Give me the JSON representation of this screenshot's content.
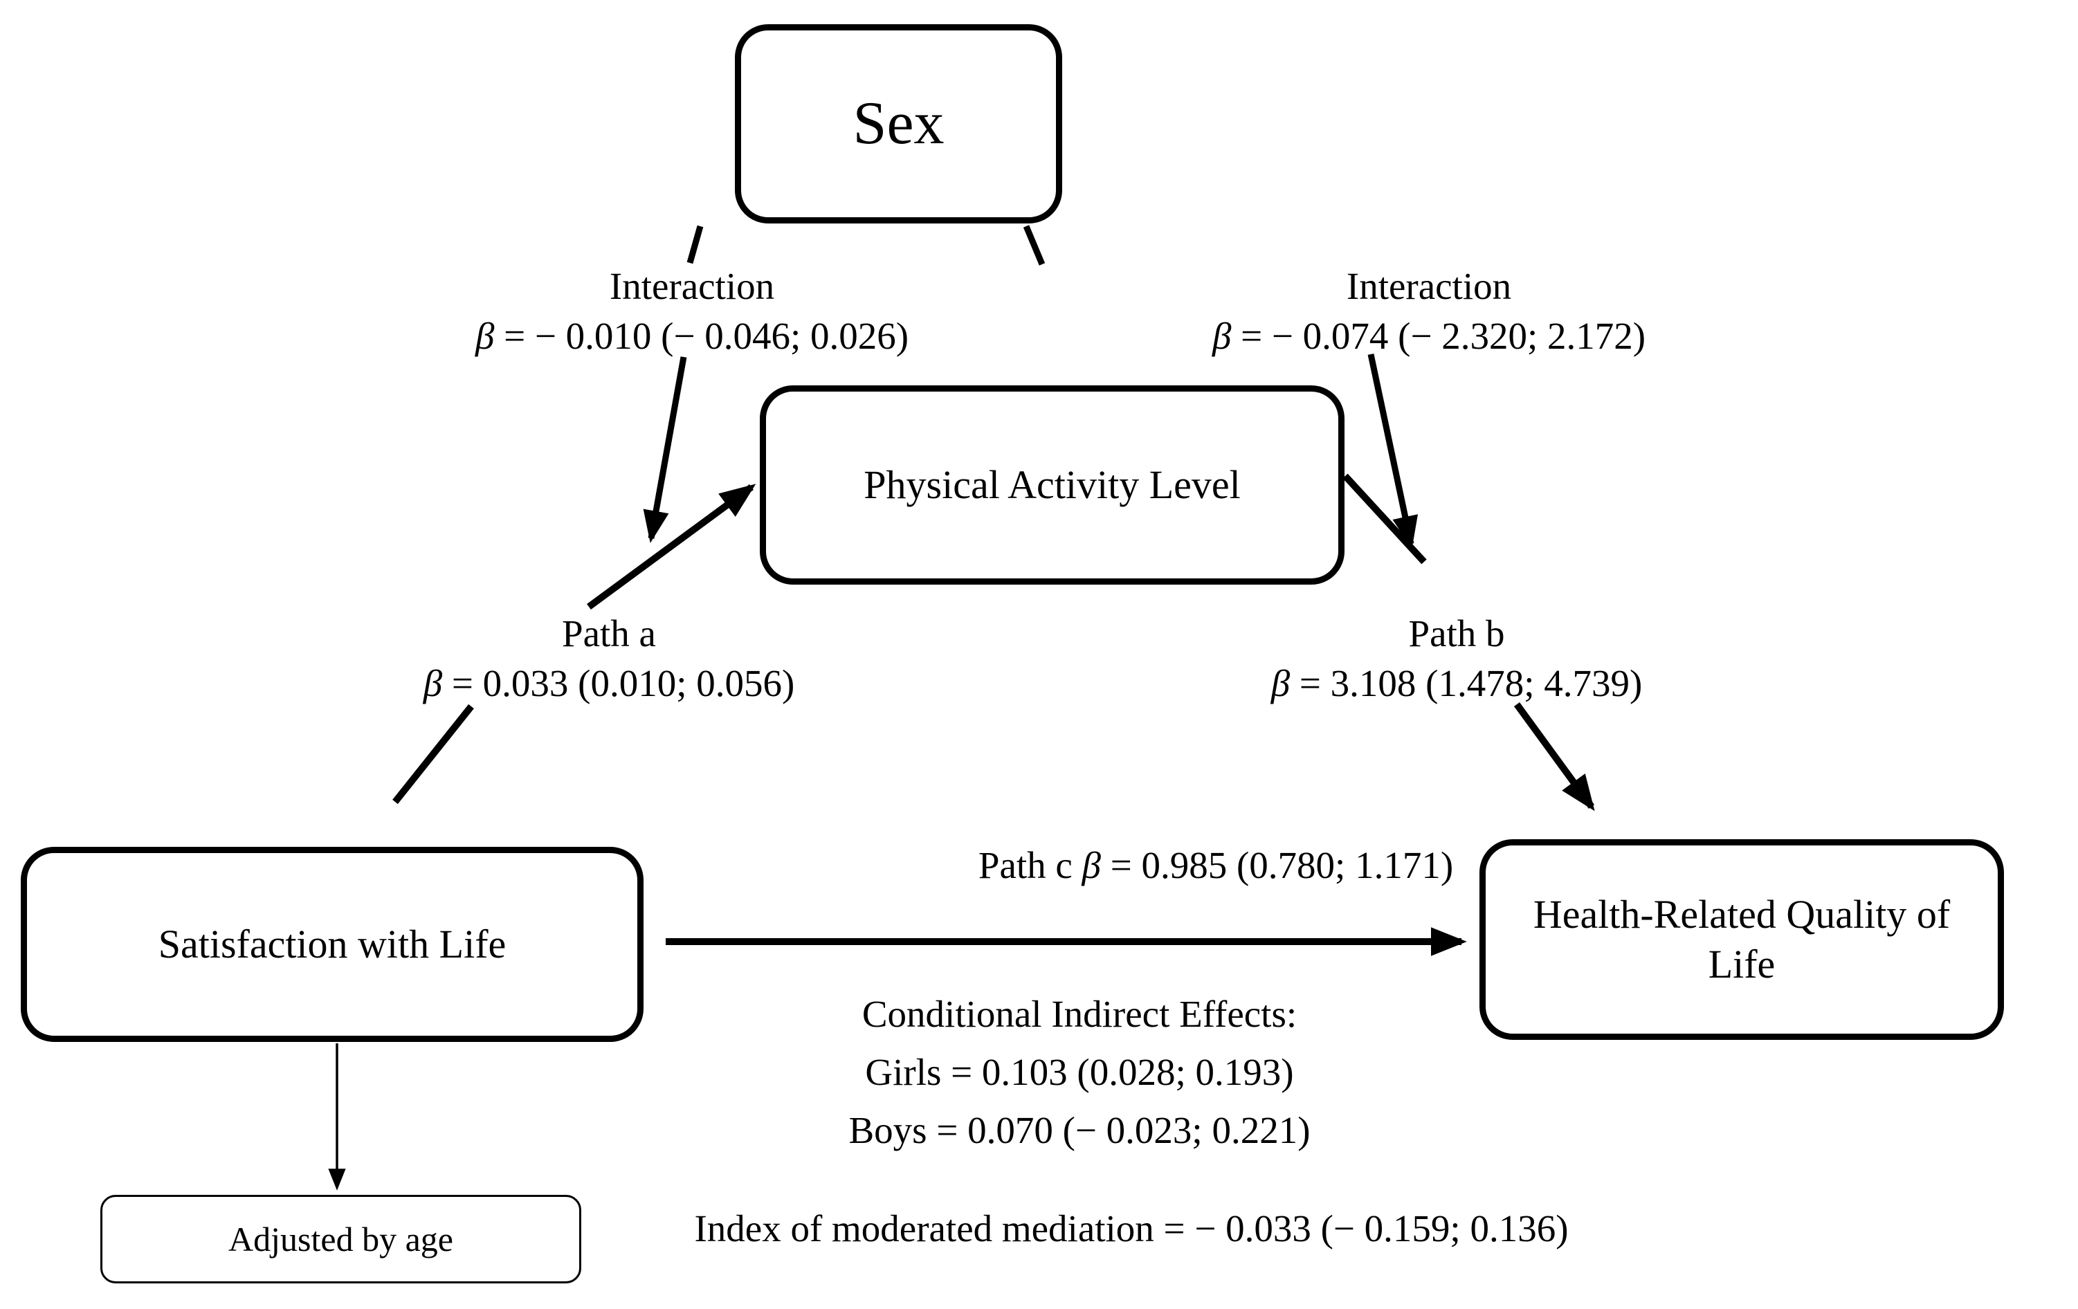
{
  "figure": {
    "boxes": {
      "sex": {
        "label": "Sex"
      },
      "mediator": {
        "label": "Physical Activity Level"
      },
      "predictor": {
        "label": "Satisfaction with Life"
      },
      "outcome": {
        "label": "Health-Related Quality of Life"
      },
      "covariate": {
        "label": "Adjusted by age"
      }
    },
    "paths": {
      "interaction_left": {
        "title": "Interaction",
        "beta_symbol": "β",
        "value": " = − 0.010 (− 0.046; 0.026)"
      },
      "interaction_right": {
        "title": "Interaction",
        "beta_symbol": "β",
        "value": " = − 0.074 (− 2.320; 2.172)"
      },
      "path_a": {
        "title": "Path a",
        "beta_symbol": "β",
        "value": " = 0.033 (0.010; 0.056)"
      },
      "path_b": {
        "title": "Path b",
        "beta_symbol": "β",
        "value": " = 3.108 (1.478; 4.739)"
      },
      "path_c": {
        "prefix": "Path c ",
        "beta_symbol": "β",
        "value": " = 0.985 (0.780; 1.171)"
      }
    },
    "effects": {
      "title": "Conditional Indirect Effects:",
      "girls": "Girls  = 0.103 (0.028; 0.193)",
      "boys": "Boys = 0.070 (− 0.023; 0.221)",
      "index": "Index of moderated mediation = − 0.033 (− 0.159; 0.136)"
    },
    "colors": {
      "ink": "#000000",
      "background": "#ffffff"
    }
  }
}
